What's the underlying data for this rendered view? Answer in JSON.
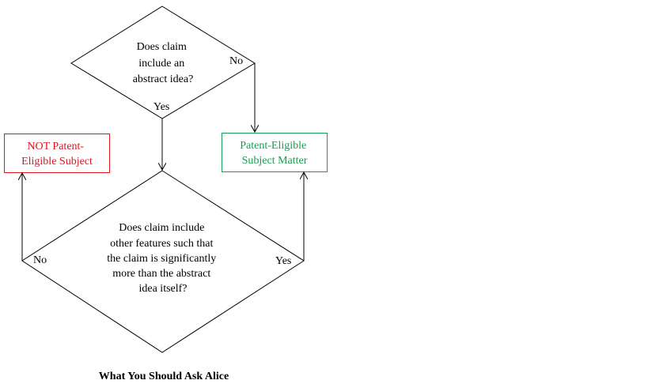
{
  "diagram": {
    "title": "What You Should Ask Alice",
    "decision1": {
      "lines": [
        "Does claim",
        "include an",
        "abstract idea?"
      ],
      "no_label": "No",
      "yes_label": "Yes"
    },
    "decision2": {
      "lines": [
        "Does claim include",
        "other features such that",
        "the claim is significantly",
        "more than the abstract",
        "idea itself?"
      ],
      "no_label": "No",
      "yes_label": "Yes"
    },
    "outcome_not_eligible": {
      "lines": [
        "NOT Patent-",
        "Eligible Subject"
      ],
      "color": "#e0141c"
    },
    "outcome_eligible": {
      "lines": [
        "Patent-Eligible",
        "Subject Matter"
      ],
      "color": "#14a050"
    }
  }
}
